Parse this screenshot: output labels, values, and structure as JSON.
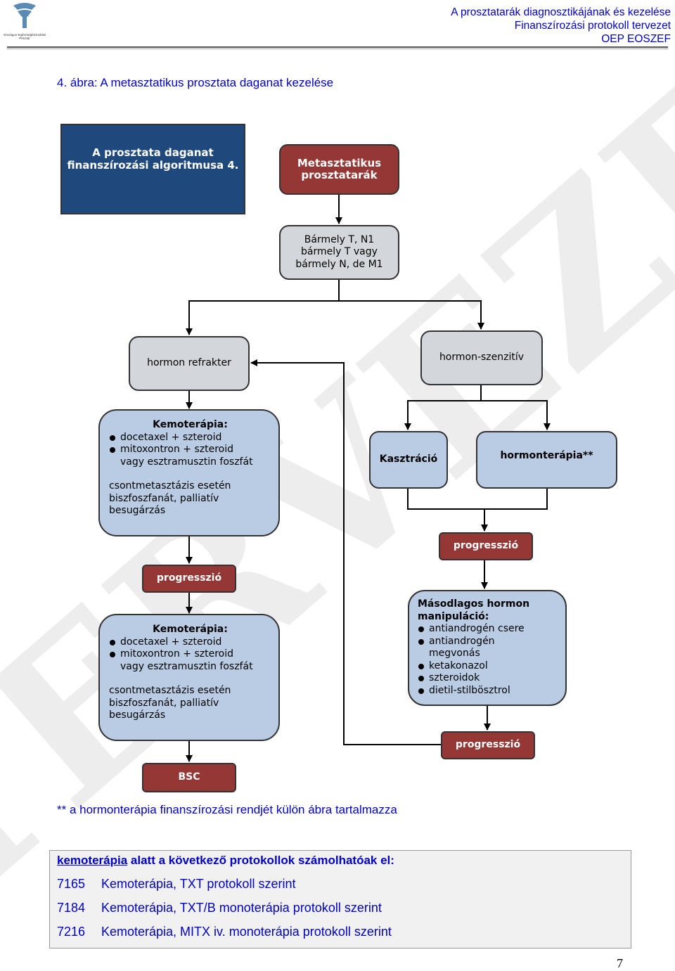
{
  "header": {
    "logo_text": "Országos Egészségbiztosítási Pénztár",
    "line1": "A prosztatarák diagnosztikájának és kezelése",
    "line2": "Finanszírozási protokoll tervezet",
    "line3": "OEP EOSZEF"
  },
  "figure_title": "4. ábra: A metasztatikus prosztata daganat kezelése",
  "watermark": "TERVEZET",
  "diagram": {
    "algo_title": "A prosztata daganat finanszírozási algoritmusa 4.",
    "start": "Metasztatikus prosztatarák",
    "staging": [
      "Bármely T, N1",
      "bármely T vagy",
      "bármely N, de M1"
    ],
    "refracter": "hormon refrakter",
    "sensitive": "hormon-szenzitív",
    "chemo1": {
      "title": "Kemoterápia:",
      "items": [
        "docetaxel + szteroid",
        "mitoxontron + szteroid",
        "vagy esztramusztin foszfát"
      ],
      "extra": "csontmetasztázis esetén biszfoszfanát, palliatív besugárzás"
    },
    "chemo2": {
      "title": "Kemoterápia:",
      "items": [
        "docetaxel + szteroid",
        "mitoxontron + szteroid",
        "vagy esztramusztin foszfát"
      ],
      "extra": "csontmetasztázis esetén biszfoszfanát, palliatív besugárzás"
    },
    "castration": "Kasztráció",
    "hormone_therapy": "hormonterápia**",
    "progression_right_1": "progresszió",
    "progression_left": "progresszió",
    "secondary": {
      "title": "Másodlagos hormon manipuláció:",
      "items": [
        "antiandrogén csere",
        "antiandrogén megvonás",
        "ketakonazol",
        "szteroidok",
        "dietil-stilbösztrol"
      ]
    },
    "progression_right_2": "progresszió",
    "bsc": "BSC"
  },
  "footnote": "** a hormonterápia finanszírozási rendjét külön ábra tartalmazza",
  "protocols": {
    "head_link": "kemoterápia",
    "head_rest": " alatt a következő protokollok számolhatóak el:",
    "rows": [
      {
        "code": "7165",
        "text": "Kemoterápia, TXT protokoll szerint"
      },
      {
        "code": "7184",
        "text": "Kemoterápia, TXT/B monoterápia protokoll szerint"
      },
      {
        "code": "7216",
        "text": "Kemoterápia, MITX iv. monoterápia protokoll szerint"
      }
    ]
  },
  "page_number": "7"
}
